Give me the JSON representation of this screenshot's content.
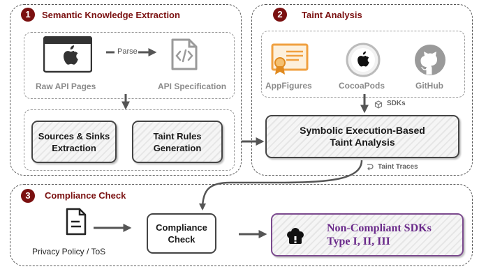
{
  "steps": [
    {
      "number": "1",
      "title": "Semantic Knowledge Extraction"
    },
    {
      "number": "2",
      "title": "Taint Analysis"
    },
    {
      "number": "3",
      "title": "Compliance Check"
    }
  ],
  "extraction": {
    "raw_pages_label": "Raw API Pages",
    "api_spec_label": "API Specification",
    "parse_label": "Parse",
    "sources_sinks": "Sources & Sinks Extraction",
    "taint_rules": "Taint Rules Generation"
  },
  "taint": {
    "sources": [
      "AppFigures",
      "CocoaPods",
      "GitHub"
    ],
    "sdks_label": "SDKs",
    "engine": "Symbolic Execution-Based Taint Analysis",
    "traces_label": "Taint Traces"
  },
  "compliance": {
    "policy_label": "Privacy Policy / ToS",
    "check_box": "Compliance Check",
    "result_title": "Non-Compliant SDKs",
    "result_types": "Type I, II, III"
  },
  "colors": {
    "step_badge": "#7a1010",
    "result_border": "#7b4a8e",
    "result_text": "#6a2a8a",
    "appfigures_orange": "#f0a040"
  }
}
